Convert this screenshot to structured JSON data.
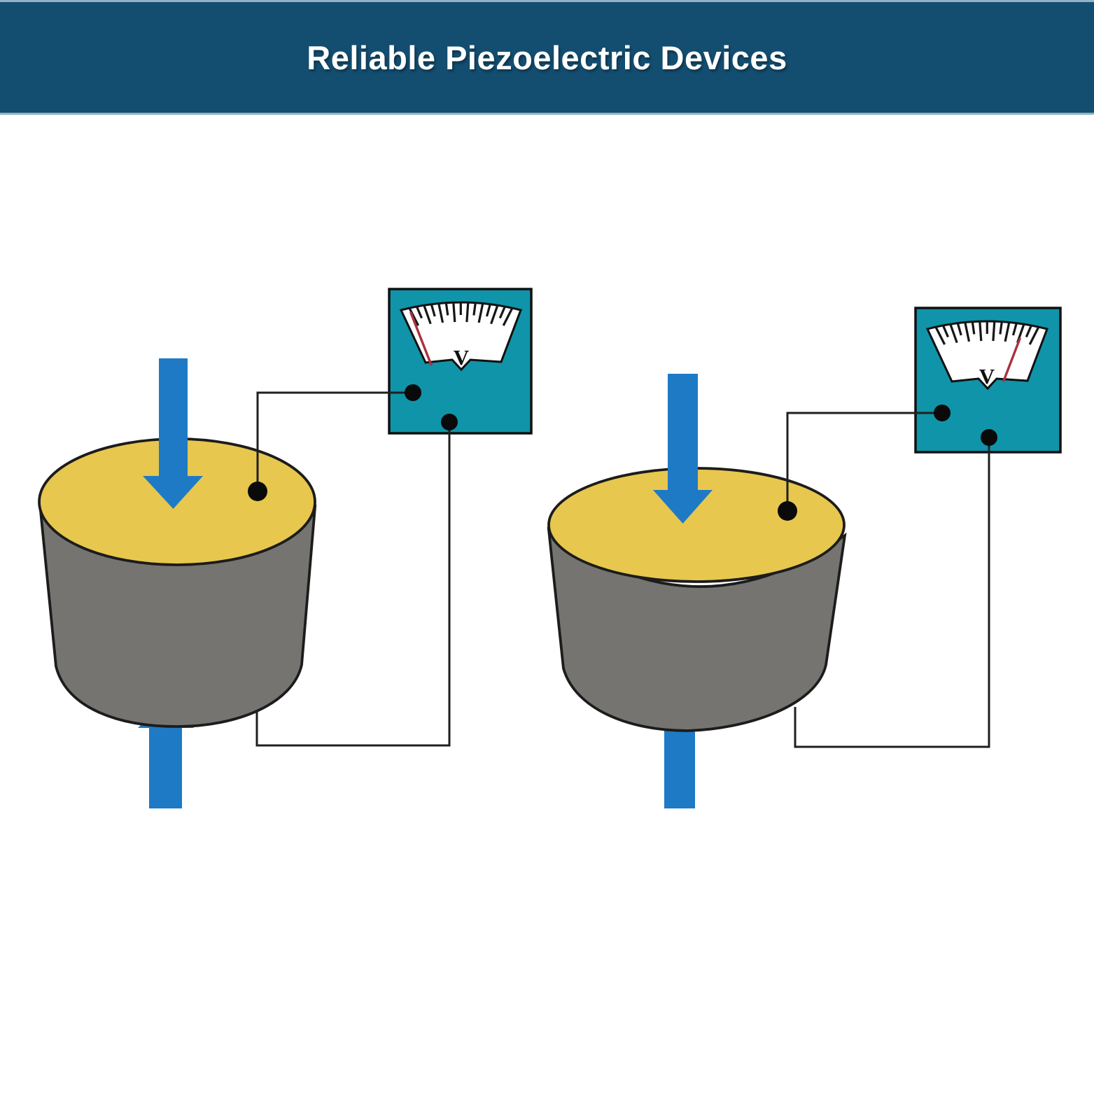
{
  "header": {
    "title": "Reliable Piezoelectric Devices"
  },
  "devices": [
    {
      "meter_label": "V",
      "needle_position": "far-left"
    },
    {
      "meter_label": "V",
      "needle_position": "right"
    }
  ],
  "colors": {
    "header_bg": "#134e71",
    "header_edge": "#92b2c6",
    "meter_teal": "#1094a9",
    "disc_top_yellow": "#e7c74e",
    "disc_side_gray": "#757470",
    "arrow_blue": "#1e7ac5",
    "needle_red": "#a8323e",
    "wire_black": "#1f1f1f"
  }
}
